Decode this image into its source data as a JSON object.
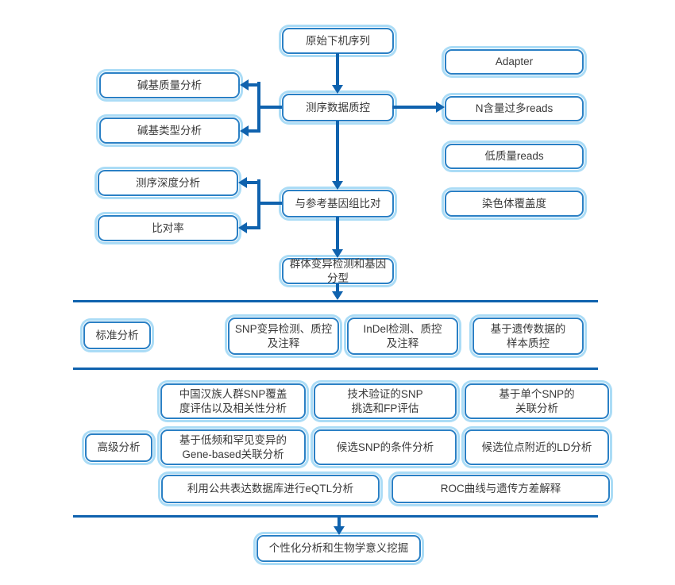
{
  "diagram": {
    "colors": {
      "line": "#0f62ae",
      "box_border": "#2a80c5",
      "box_glow": "#abdcf6",
      "text": "#3a3a3a"
    },
    "nodes": {
      "raw_sequence": {
        "label": "原始下机序列"
      },
      "adapter": {
        "label": "Adapter"
      },
      "seq_qc": {
        "label": "测序数据质控"
      },
      "base_quality": {
        "label": "碱基质量分析"
      },
      "base_type": {
        "label": "碱基类型分析"
      },
      "n_reads": {
        "label": "N含量过多reads"
      },
      "low_quality_reads": {
        "label": "低质量reads"
      },
      "chromosome_coverage": {
        "label": "染色体覆盖度"
      },
      "seq_depth": {
        "label": "测序深度分析"
      },
      "mapping_rate": {
        "label": "比对率"
      },
      "align_reference": {
        "label": "与参考基因组比对"
      },
      "population_variant": {
        "label": "群体变异检测和基因分型"
      },
      "standard_label": {
        "label": "标准分析"
      },
      "snp_detection": {
        "label": "SNP变异检测、质控\n及注释"
      },
      "indel_detection": {
        "label": "InDel检测、质控\n及注释"
      },
      "sample_qc": {
        "label": "基于遗传数据的\n样本质控"
      },
      "advanced_label": {
        "label": "高级分析"
      },
      "han_snp_coverage": {
        "label": "中国汉族人群SNP覆盖\n度评估以及相关性分析"
      },
      "tech_snp_fp": {
        "label": "技术验证的SNP\n挑选和FP评估"
      },
      "single_snp_assoc": {
        "label": "基于单个SNP的\n关联分析"
      },
      "gene_based_assoc": {
        "label": "基于低频和罕见变异的\nGene-based关联分析"
      },
      "conditional_snp": {
        "label": "候选SNP的条件分析"
      },
      "ld_analysis": {
        "label": "候选位点附近的LD分析"
      },
      "eqtl": {
        "label": "利用公共表达数据库进行eQTL分析"
      },
      "roc": {
        "label": "ROC曲线与遗传方差解释"
      },
      "personalized": {
        "label": "个性化分析和生物学意义挖掘"
      }
    }
  }
}
